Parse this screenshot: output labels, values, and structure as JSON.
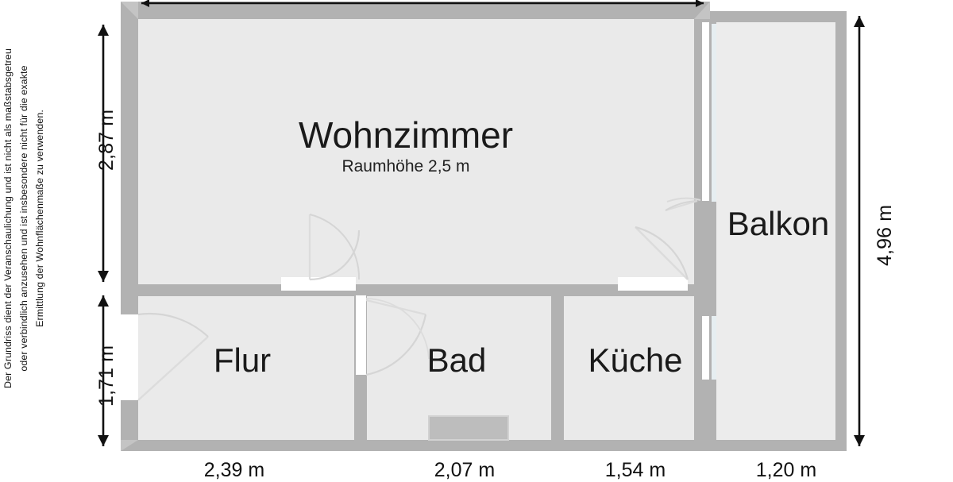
{
  "document": {
    "type": "floor-plan",
    "language": "de"
  },
  "disclaimer": {
    "line1": "Der Grundriss dient der Veranschaulichung und ist nicht als maßstabsgetreu",
    "line2": "oder verbindlich anzusehen und ist insbesondere nicht für die exakte",
    "line3": "Ermittlung der Wohnflächenmaße zu verwenden."
  },
  "rooms": [
    {
      "id": "wohnzimmer",
      "label": "Wohnzimmer",
      "sublabel": "Raumhöhe 2,5 m"
    },
    {
      "id": "flur",
      "label": "Flur",
      "sublabel": ""
    },
    {
      "id": "bad",
      "label": "Bad",
      "sublabel": ""
    },
    {
      "id": "kueche",
      "label": "Küche",
      "sublabel": ""
    },
    {
      "id": "balkon",
      "label": "Balkon",
      "sublabel": ""
    }
  ],
  "dimensions": {
    "left": [
      {
        "id": "wohnzimmer-depth",
        "value": "2,87 m"
      },
      {
        "id": "flur-depth",
        "value": "1,71 m"
      }
    ],
    "right": [
      {
        "id": "total-depth",
        "value": "4,96 m"
      }
    ],
    "bottom": [
      {
        "id": "flur-width",
        "value": "2,39 m"
      },
      {
        "id": "bad-width",
        "value": "2,07 m"
      },
      {
        "id": "kueche-width",
        "value": "1,54 m"
      },
      {
        "id": "balkon-width",
        "value": "1,20 m"
      }
    ]
  },
  "colors": {
    "wall": "#b2b2b2",
    "wall_edge": "#a3a3a3",
    "room_fill": "#eaeaea",
    "balcony_fill": "#ececec",
    "opening": "#ffffff",
    "door_arc": "#d8d8d8",
    "fixture": "#bdbdbd",
    "dimension_line": "#111111",
    "text": "#1a1a1a",
    "background": "#ffffff"
  }
}
